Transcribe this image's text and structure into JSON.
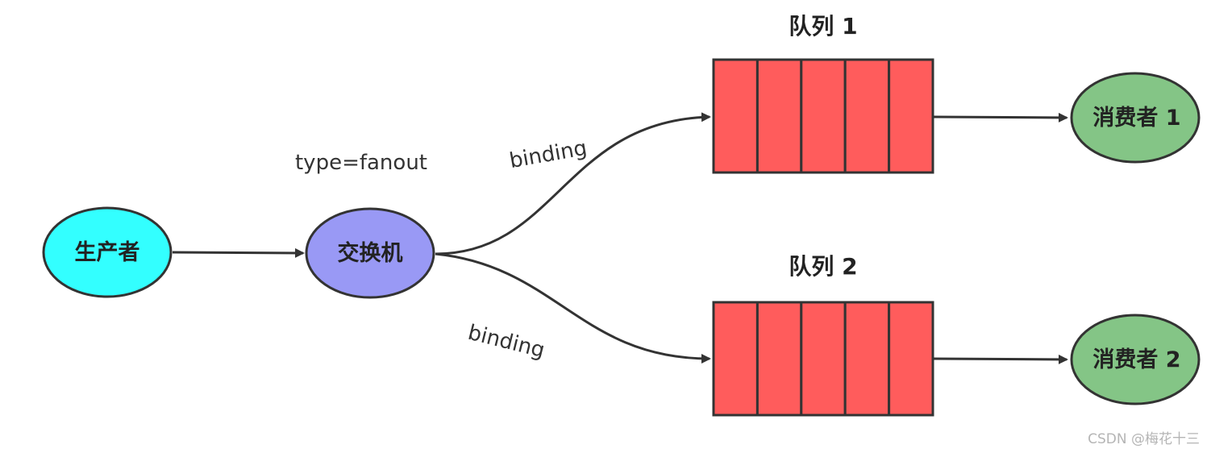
{
  "colors": {
    "producer": "#33ffff",
    "exchange": "#9999f5",
    "queue": "#ff5c5c",
    "consumer": "#84c586",
    "stroke": "#333333"
  },
  "producer": {
    "label": "生产者"
  },
  "exchange": {
    "label": "交换机",
    "type_label": "type=fanout"
  },
  "queues": [
    {
      "label": "队列 1",
      "binding_label": "binding",
      "cells": 5
    },
    {
      "label": "队列 2",
      "binding_label": "binding",
      "cells": 5
    }
  ],
  "consumers": [
    {
      "label": "消费者 1"
    },
    {
      "label": "消费者 2"
    }
  ],
  "watermark": "CSDN @梅花十三"
}
